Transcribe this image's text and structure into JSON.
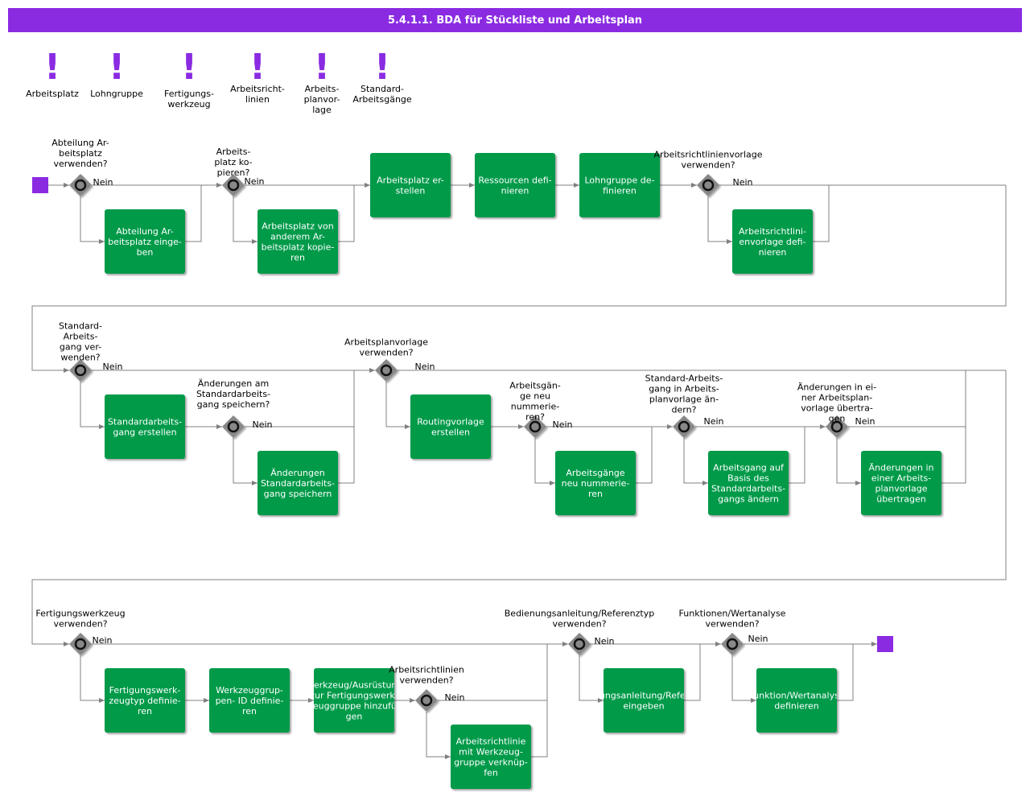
{
  "title": "5.4.1.1. BDA für Stückliste und Arbeitsplan",
  "colors": {
    "title_bar": "#8a2be2",
    "task": "#009a4a",
    "gateway": "#888888",
    "event": "#8a2be2",
    "flow": "#808080"
  },
  "no_label": "Nein",
  "legend": [
    {
      "id": "lg1",
      "lines": [
        "Arbeitsplatz"
      ]
    },
    {
      "id": "lg2",
      "lines": [
        "Lohngruppe"
      ]
    },
    {
      "id": "lg3",
      "lines": [
        "Fertigungs-",
        "werkzeug"
      ]
    },
    {
      "id": "lg4",
      "lines": [
        "Arbeitsricht-",
        "linien"
      ]
    },
    {
      "id": "lg5",
      "lines": [
        "Arbeits-",
        "planvor-",
        "lage"
      ]
    },
    {
      "id": "lg6",
      "lines": [
        "Standard-",
        "Arbeitsgänge"
      ]
    }
  ],
  "gateways": [
    {
      "id": "g1",
      "question": [
        "Abteilung Ar-",
        "beitsplatz",
        "verwenden?"
      ]
    },
    {
      "id": "g2",
      "question": [
        "Arbeits-",
        "platz ko-",
        "pieren?"
      ]
    },
    {
      "id": "g3",
      "question": [
        "Arbeitsrichtlinienvorlage",
        "verwenden?"
      ]
    },
    {
      "id": "g4",
      "question": [
        "Standard-",
        "Arbeits-",
        "gang ver-",
        "wenden?"
      ]
    },
    {
      "id": "g5",
      "question": [
        "Änderungen am",
        "Standardarbeits-",
        "gang speichern?"
      ]
    },
    {
      "id": "g6",
      "question": [
        "Arbeitsplanvorlage",
        "verwenden?"
      ]
    },
    {
      "id": "g7",
      "question": [
        "Arbeitsgän-",
        "ge neu",
        "nummerie-",
        "ren?"
      ]
    },
    {
      "id": "g8",
      "question": [
        "Standard-Arbeits-",
        "gang in Arbeits-",
        "planvorlage än-",
        "dern?"
      ]
    },
    {
      "id": "g9",
      "question": [
        "Änderungen in ei-",
        "ner Arbeitsplan-",
        "vorlage übertra-",
        "gen"
      ]
    },
    {
      "id": "g10",
      "question": [
        "Fertigungswerkzeug",
        "verwenden?"
      ]
    },
    {
      "id": "g11",
      "question": [
        "Arbeitsrichtlinien",
        "verwenden?"
      ]
    },
    {
      "id": "g12",
      "question": [
        "Bedienungsanleitung/Referenztyp",
        "verwenden?"
      ]
    },
    {
      "id": "g13",
      "question": [
        "Funktionen/Wertanalyse",
        "verwenden?"
      ]
    }
  ],
  "tasks": [
    {
      "id": "t1",
      "lines": [
        "Abteilung Ar-",
        "beitsplatz einge-",
        "ben"
      ]
    },
    {
      "id": "t2",
      "lines": [
        "Arbeitsplatz von",
        "anderem Ar-",
        "beitsplatz kopie-",
        "ren"
      ]
    },
    {
      "id": "t3",
      "lines": [
        "Arbeitsplatz er-",
        "stellen"
      ]
    },
    {
      "id": "t4",
      "lines": [
        "Ressourcen defi-",
        "nieren"
      ]
    },
    {
      "id": "t5",
      "lines": [
        "Lohngruppe de-",
        "finieren"
      ]
    },
    {
      "id": "t6",
      "lines": [
        "Arbeitsrichtlini-",
        "envorlage  defi-",
        "nieren"
      ]
    },
    {
      "id": "t7",
      "lines": [
        "Standardarbeits-",
        "gang  erstellen"
      ]
    },
    {
      "id": "t8",
      "lines": [
        "Änderungen",
        "Standardarbeits-",
        "gang   speichern"
      ]
    },
    {
      "id": "t9",
      "lines": [
        "Routingvorlage",
        "erstellen"
      ]
    },
    {
      "id": "t10",
      "lines": [
        "Arbeitsgänge",
        "neu nummerie-",
        "ren"
      ]
    },
    {
      "id": "t11",
      "lines": [
        "Arbeitsgang auf",
        "Basis des",
        "Standardarbeits-",
        "gangs   ändern"
      ]
    },
    {
      "id": "t12",
      "lines": [
        "Änderungen in",
        "einer Arbeits-",
        "planvorlage",
        "übertragen"
      ]
    },
    {
      "id": "t13",
      "lines": [
        "Fertigungswerk-",
        "zeugtyp  definie-",
        "ren"
      ]
    },
    {
      "id": "t14",
      "lines": [
        "Werkzeuggrup-",
        "pen- ID definie-",
        "ren"
      ]
    },
    {
      "id": "t15",
      "lines": [
        "Werkzeug/Ausrüstung",
        "zur  Fertigungswerk-",
        "zeuggruppe  hinzufü-",
        "gen"
      ]
    },
    {
      "id": "t16",
      "lines": [
        "Arbeitsrichtlinie",
        "mit Werkzeug-",
        "gruppe verknüp-",
        "fen"
      ]
    },
    {
      "id": "t17",
      "lines": [
        "Bedienungsanleitung/Referenztyp",
        "eingeben"
      ]
    },
    {
      "id": "t18",
      "lines": [
        "Funktion/Wertanalyse",
        "definieren"
      ]
    }
  ]
}
